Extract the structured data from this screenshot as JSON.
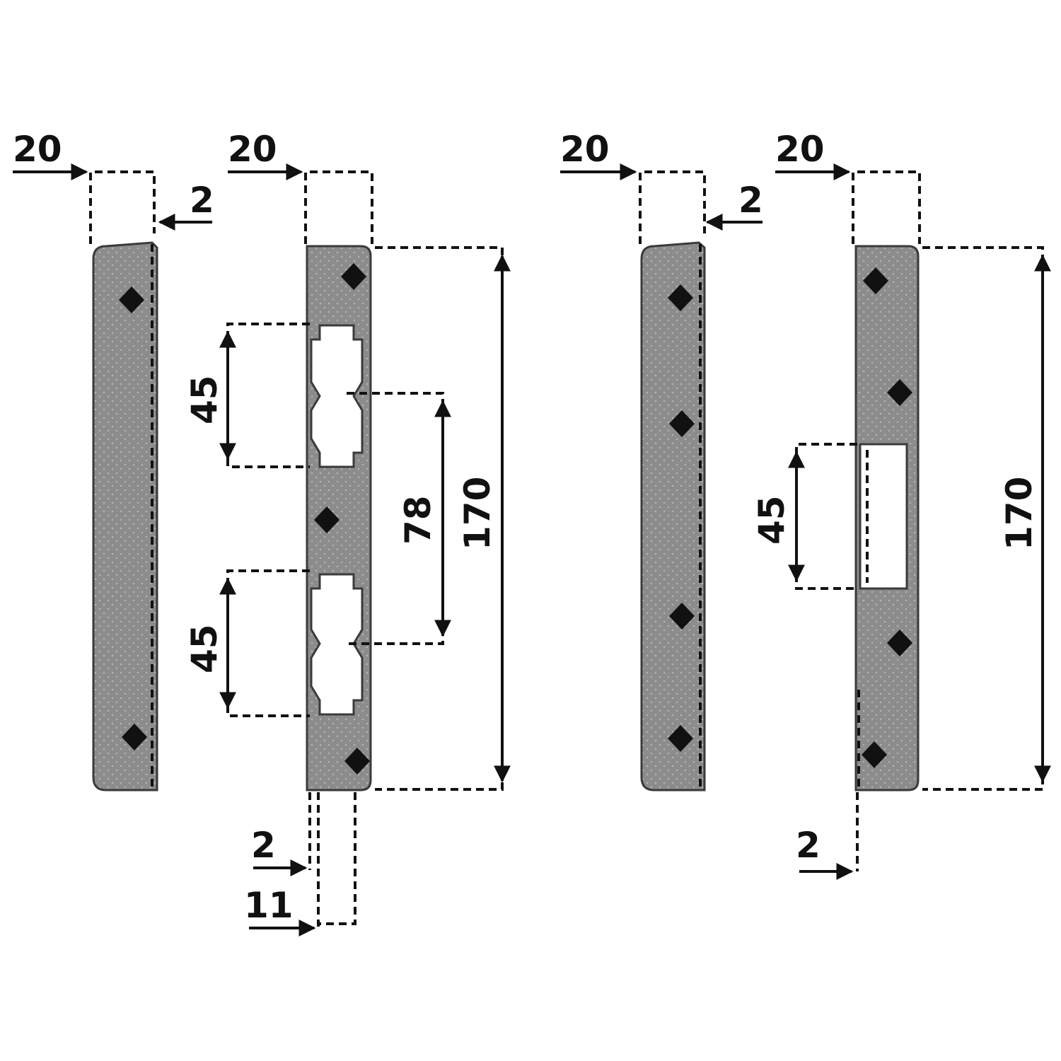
{
  "colors": {
    "plate": "#8c8c8c",
    "plate_outline": "#3a3a3a",
    "line": "#111111",
    "background": "#ffffff"
  },
  "plate1": {
    "width_label": "20",
    "offset_label": "2"
  },
  "plate2": {
    "width_label": "20",
    "upper_opening_label": "45",
    "lower_opening_label": "45",
    "spacing_label": "78",
    "height_label": "170",
    "offset_label": "2",
    "depth_label": "11"
  },
  "plate3": {
    "width_label": "20",
    "offset_label": "2"
  },
  "plate4": {
    "width_label": "20",
    "opening_label": "45",
    "height_label": "170",
    "offset_label": "2"
  }
}
